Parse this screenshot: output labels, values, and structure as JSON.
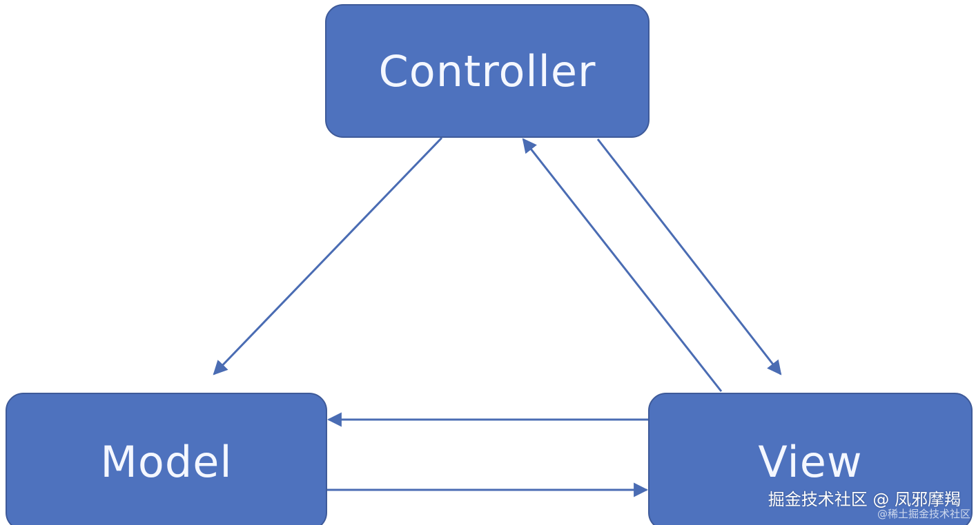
{
  "diagram": {
    "nodes": {
      "controller": {
        "label": "Controller"
      },
      "model": {
        "label": "Model"
      },
      "view": {
        "label": "View"
      }
    },
    "edges": [
      {
        "from": "controller",
        "to": "model"
      },
      {
        "from": "controller",
        "to": "view"
      },
      {
        "from": "view",
        "to": "controller"
      },
      {
        "from": "view",
        "to": "model"
      },
      {
        "from": "model",
        "to": "view"
      }
    ]
  },
  "colors": {
    "node_fill": "#4e72be",
    "node_border": "#3e5a99",
    "edge": "#4a6cb3",
    "label": "#f4f7ff",
    "background": "#ffffff"
  },
  "watermark": {
    "main": "掘金技术社区 @ 凤邪摩羯",
    "sub": "@稀土掘金技术社区"
  }
}
